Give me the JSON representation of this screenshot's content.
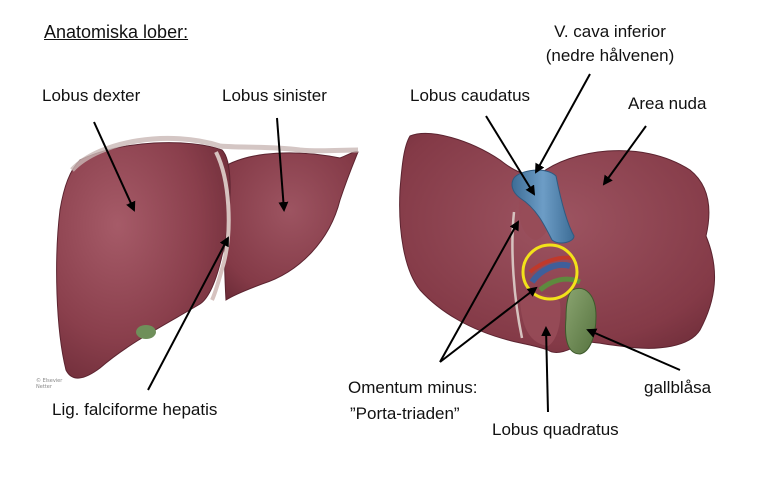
{
  "title": "Anatomiska lober:",
  "labels": {
    "lobus_dexter": "Lobus dexter",
    "lobus_sinister": "Lobus sinister",
    "lig_falciforme": "Lig. falciforme hepatis",
    "v_cava_line1": "V. cava inferior",
    "v_cava_line2": "(nedre hålvenen)",
    "lobus_caudatus": "Lobus caudatus",
    "area_nuda": "Area nuda",
    "omentum_line1": "Omentum minus:",
    "omentum_line2": "”Porta-triaden”",
    "gallblasa": "gallblåsa",
    "lobus_quadratus": "Lobus quadratus"
  },
  "credit": {
    "line1": "© Elsevier",
    "line2": "Netter"
  },
  "colors": {
    "liver": "#8a3f4c",
    "liver_dark": "#6e2d39",
    "liver_light": "#a45a66",
    "vena_cava": "#4f7fa8",
    "gallbladder": "#6f8f5a",
    "highlight_ring": "#f2e21a"
  }
}
